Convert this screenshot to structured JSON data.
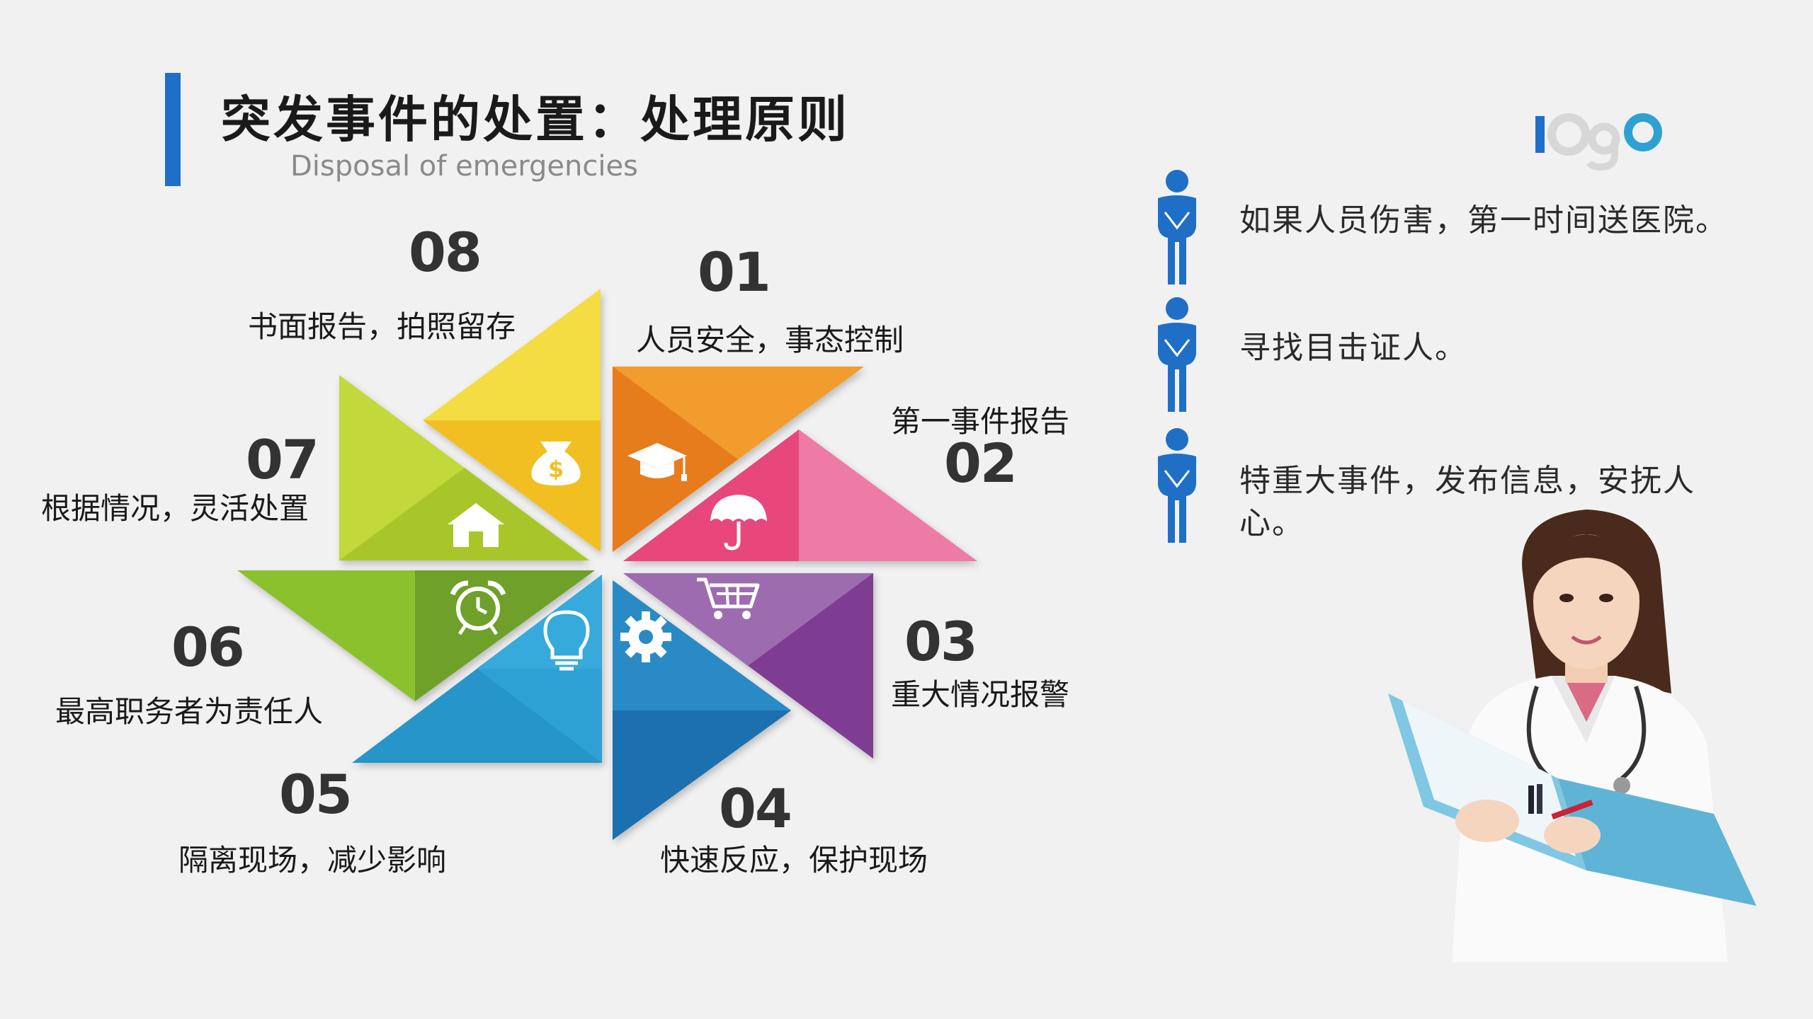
{
  "header": {
    "title": "突发事件的处置：处理原则",
    "subtitle": "Disposal of emergencies",
    "logo_text": "logo"
  },
  "steps": [
    {
      "number": "01",
      "label": "人员安全，事态控制",
      "color": "#f39c2e",
      "icon": "graduation-cap-icon"
    },
    {
      "number": "02",
      "label": "第一事件报告",
      "color": "#e8477c",
      "icon": "umbrella-icon"
    },
    {
      "number": "03",
      "label": "重大情况报警",
      "color": "#8e4aa0",
      "icon": "shopping-cart-icon"
    },
    {
      "number": "04",
      "label": "快速反应，保护现场",
      "color": "#1e6fb0",
      "icon": "gear-icon"
    },
    {
      "number": "05",
      "label": "隔离现场，减少影响",
      "color": "#2ea1d4",
      "icon": "lightbulb-icon"
    },
    {
      "number": "06",
      "label": "最高职务者为责任人",
      "color": "#7fb52b",
      "icon": "alarm-clock-icon"
    },
    {
      "number": "07",
      "label": "根据情况，灵活处置",
      "color": "#bfd436",
      "icon": "house-icon"
    },
    {
      "number": "08",
      "label": "书面报告，拍照留存",
      "color": "#f2d92e",
      "icon": "money-bag-icon"
    }
  ],
  "points": [
    {
      "text": "如果人员伤害，第一时间送医院。"
    },
    {
      "text": "寻找目击证人。"
    },
    {
      "text": "特重大事件，发布信息，安抚人心。"
    }
  ],
  "colors": {
    "accent": "#1f6fc6",
    "person": "#1f6fc6"
  }
}
